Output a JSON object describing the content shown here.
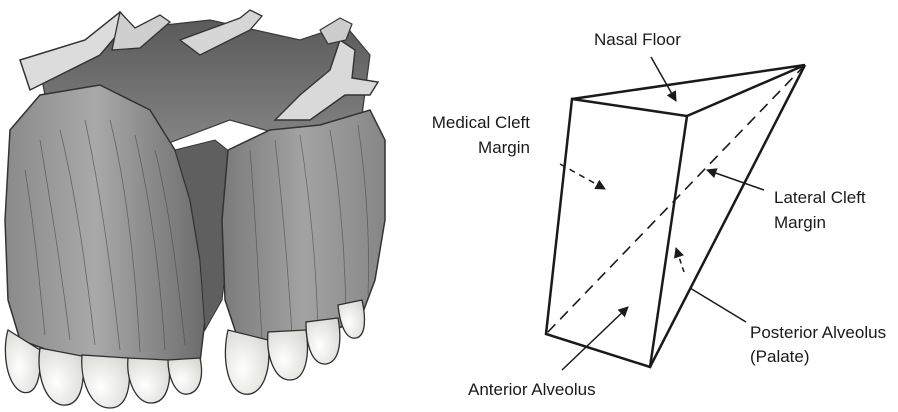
{
  "schematic": {
    "labels": {
      "nasal_floor": "Nasal Floor",
      "medial_cleft_line1": "Medical Cleft",
      "medial_cleft_line2": "Margin",
      "lateral_cleft_line1": "Lateral Cleft",
      "lateral_cleft_line2": "Margin",
      "posterior_line1": "Posterior Alveolus",
      "posterior_line2": "(Palate)",
      "anterior": "Anterior Alveolus"
    }
  },
  "colors": {
    "ink": "#1a1a1a",
    "bone_shadow": "#6f6f6f",
    "bone_mid": "#9a9a9a",
    "bone_light": "#cfcfcf",
    "tooth": "#f4f4f0"
  }
}
